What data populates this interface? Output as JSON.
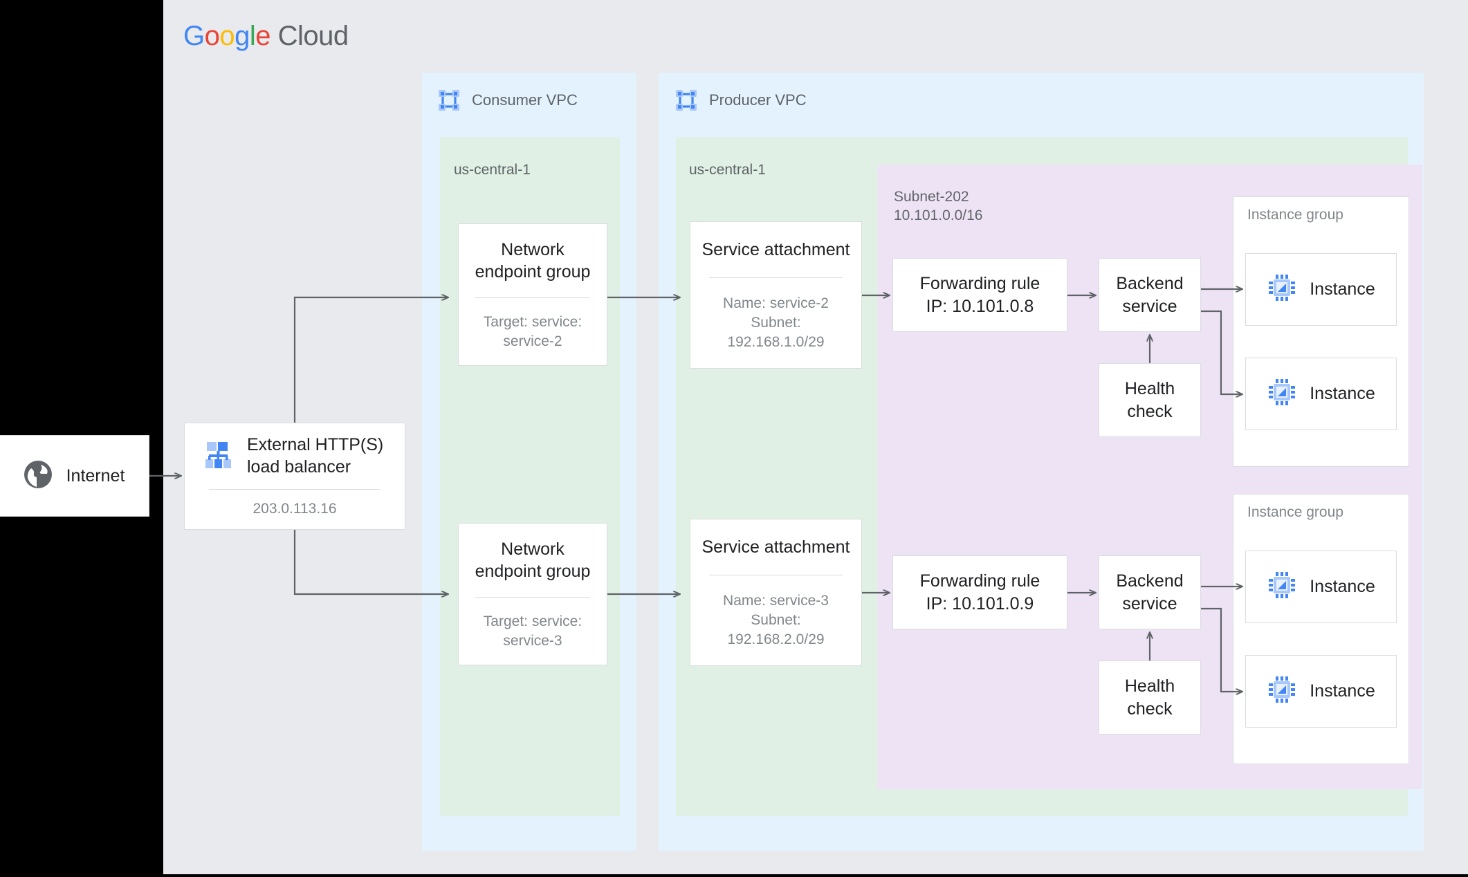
{
  "brand": {
    "google": [
      "G",
      "o",
      "o",
      "g",
      "l",
      "e"
    ],
    "cloud": "Cloud"
  },
  "colors": {
    "canvas": "#e8eaed",
    "vpc": "#e3f2fd",
    "region": "#e0f0e4",
    "subnet": "#eee3f5",
    "card_border": "#dadce0",
    "title_text": "#202124",
    "muted_text": "#5f6368",
    "sub_text": "#80868b",
    "wire": "#5f6368",
    "icon_blue": "#4285f4",
    "icon_blue_light": "#a8c7fa",
    "globe_gray": "#5f6368"
  },
  "internet": {
    "label": "Internet",
    "icon": "globe-icon"
  },
  "load_balancer": {
    "title": "External HTTP(S)\nload balancer",
    "ip": "203.0.113.16",
    "icon": "load-balancer-icon"
  },
  "consumer_vpc": {
    "title": "Consumer VPC",
    "icon": "vpc-icon",
    "region_label": "us-central-1",
    "negs": [
      {
        "title": "Network\nendpoint group",
        "sub": "Target: service:\nservice-2"
      },
      {
        "title": "Network\nendpoint group",
        "sub": "Target: service:\nservice-3"
      }
    ]
  },
  "producer_vpc": {
    "title": "Producer VPC",
    "icon": "vpc-icon",
    "region_label": "us-central-1",
    "subnet_label": "Subnet-202\n10.101.0.0/16",
    "service_attachments": [
      {
        "title": "Service attachment",
        "sub": "Name: service-2\nSubnet:\n192.168.1.0/29"
      },
      {
        "title": "Service attachment",
        "sub": "Name: service-3\nSubnet:\n192.168.2.0/29"
      }
    ],
    "forwarding_rules": [
      {
        "title": "Forwarding rule\nIP: 10.101.0.8"
      },
      {
        "title": "Forwarding rule\nIP: 10.101.0.9"
      }
    ],
    "backend_services": [
      {
        "title": "Backend\nservice"
      },
      {
        "title": "Backend\nservice"
      }
    ],
    "health_checks": [
      {
        "title": "Health\ncheck"
      },
      {
        "title": "Health\ncheck"
      }
    ],
    "instance_groups": [
      {
        "label": "Instance group",
        "instances": [
          {
            "label": "Instance"
          },
          {
            "label": "Instance"
          }
        ]
      },
      {
        "label": "Instance group",
        "instances": [
          {
            "label": "Instance"
          },
          {
            "label": "Instance"
          }
        ]
      }
    ]
  }
}
